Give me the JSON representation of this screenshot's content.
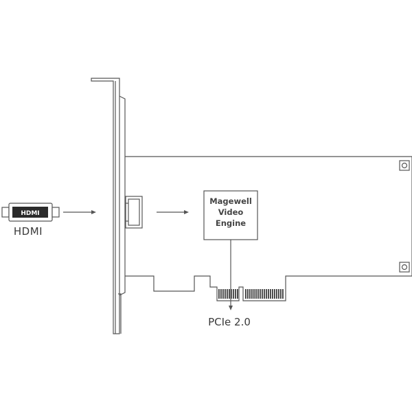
{
  "labels": {
    "hdmi": "HDMI",
    "hdmi_plug_text": "HDMI",
    "engine": "Magewell\nVideo\nEngine",
    "pcie": "PCIe 2.0"
  },
  "colors": {
    "line": "#555555",
    "background": "#ffffff",
    "text": "#3a3a3a"
  }
}
